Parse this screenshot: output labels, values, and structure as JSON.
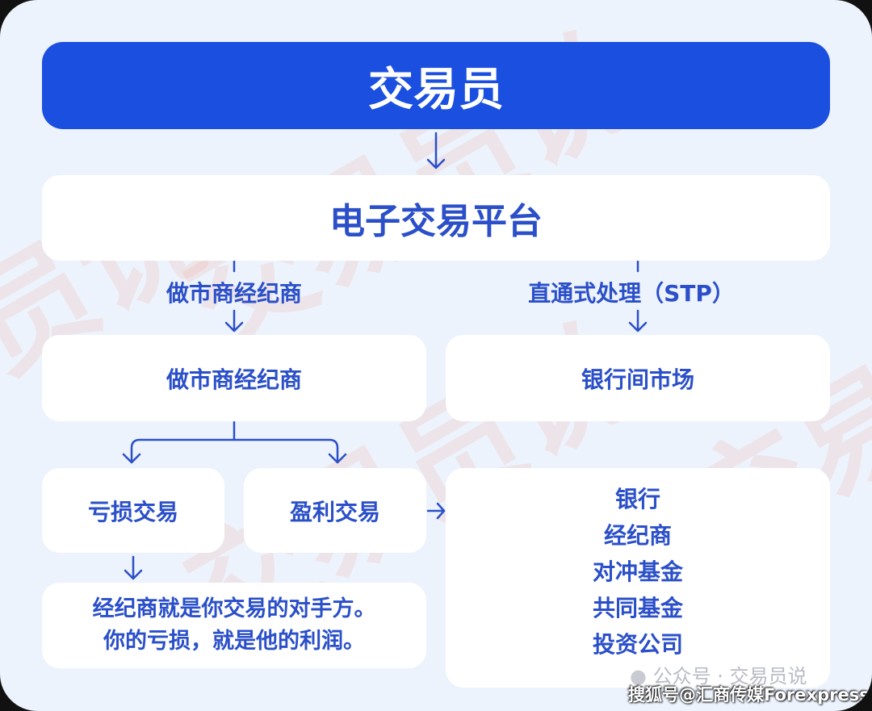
{
  "title": "交易员",
  "platform": "电子交易平台",
  "branches": {
    "left_label": "做市商经纪商",
    "right_label": "直通式处理（STP）"
  },
  "left_box": "做市商经纪商",
  "right_box": "银行间市场",
  "loss_trade": "亏损交易",
  "profit_trade": "盈利交易",
  "participants": [
    "银行",
    "经纪商",
    "对冲基金",
    "共同基金",
    "投资公司"
  ],
  "conclusion": [
    "经纪商就是你交易的对手方。",
    "你的亏损，就是他的利润。"
  ],
  "watermark": "交易员说",
  "footer": {
    "wechat": "公众号 · 交易员说",
    "source": "搜狐号@汇商传媒Forexpress"
  },
  "colors": {
    "primary": "#1a4fe0",
    "text": "#2a4fc9",
    "background": "#edf3fc"
  }
}
